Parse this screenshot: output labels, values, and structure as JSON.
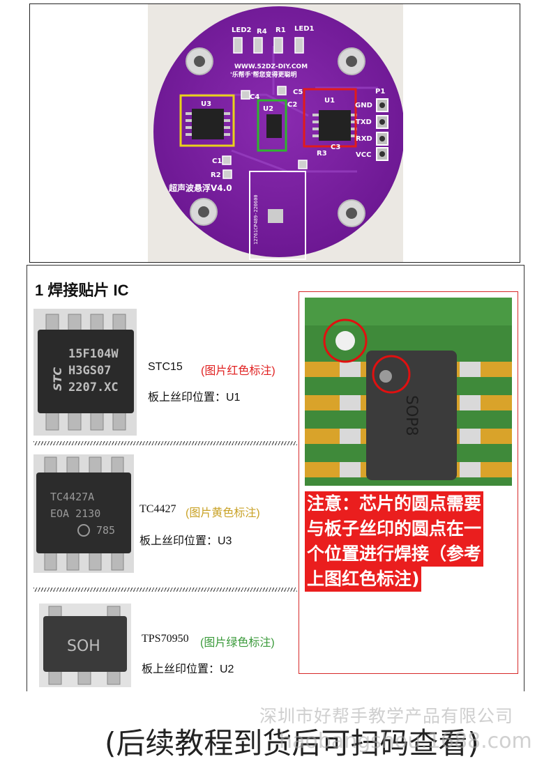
{
  "pcb": {
    "labels": {
      "led2": "LED2",
      "r4": "R4",
      "r1": "R1",
      "led1": "LED1",
      "url": "WWW.52DZ-DIY.COM",
      "slogan": "'乐帮手'帮您变得更聪明",
      "c4": "C4",
      "c5": "C5",
      "u3": "U3",
      "u2": "U2",
      "c2": "C2",
      "u1": "U1",
      "p1": "P1",
      "gnd": "GND",
      "txd": "TXD",
      "rxd": "RXD",
      "vcc": "VCC",
      "c1": "C1",
      "r2": "R2",
      "r3": "R3",
      "c3": "C3",
      "board_name": "超声波悬浮V4.0",
      "serial": "12761CP489-220600"
    },
    "colors": {
      "board": "#7b1fa2",
      "silk": "#ffffff",
      "pad": "#c8c8c8",
      "u1_box": "#e11b1b",
      "u3_box": "#e8d21a",
      "u2_box": "#2fb52f"
    }
  },
  "section": {
    "title": "1 焊接贴片 IC"
  },
  "chips": [
    {
      "chip_text": [
        "15F104W",
        "H3GS07",
        "2207.XC"
      ],
      "brand": "STC",
      "name": "STC15",
      "note": "(图片红色标注)",
      "note_color": "#e02020",
      "location": "板上丝印位置：U1"
    },
    {
      "chip_text": [
        "TC4427A",
        "EOA 2130",
        "785"
      ],
      "name": "TC4427",
      "note": "(图片黄色标注)",
      "note_color": "#c9a227",
      "location": "板上丝印位置：U3"
    },
    {
      "chip_text": [
        "SOH"
      ],
      "name": "TPS70950",
      "note": "(图片绿色标注)",
      "note_color": "#3a9a3a",
      "location": "板上丝印位置：U2"
    }
  ],
  "sop8": {
    "label": "SOP8"
  },
  "notice": {
    "lines": [
      "注意：芯片的圆点需要",
      "与板子丝印的圆点在一",
      "个位置进行焊接（参考",
      "上图红色标注)"
    ]
  },
  "watermark": {
    "company": "深圳市好帮手教学产品有限公司",
    "site": "haobangshou.1688.com"
  },
  "footer": {
    "text": "(后续教程到货后可扫码查看)"
  }
}
